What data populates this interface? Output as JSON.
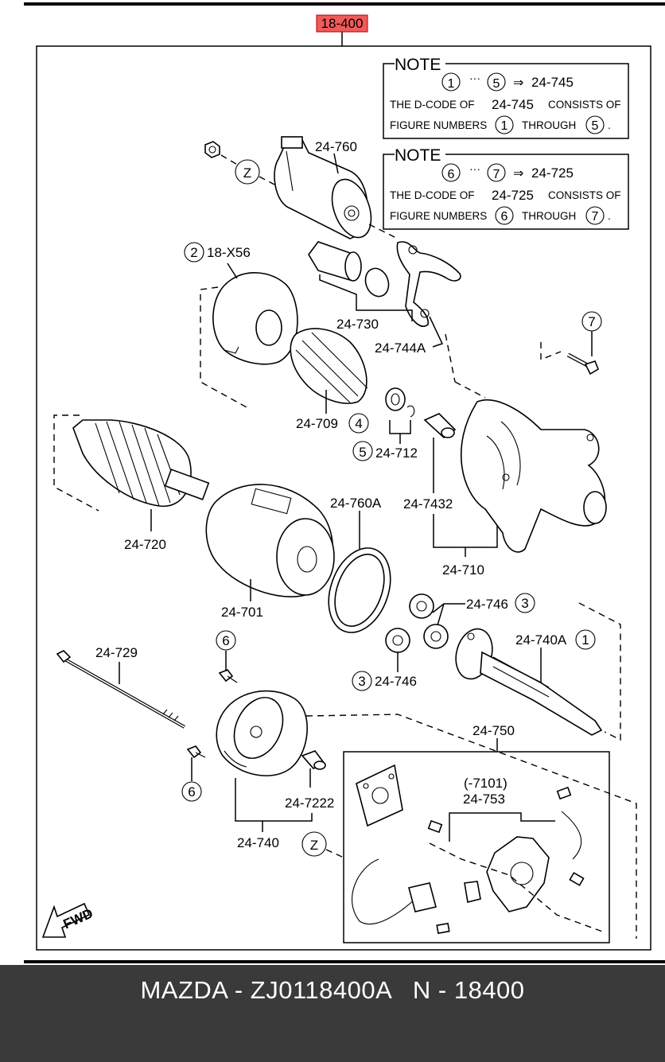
{
  "header_code": "18-400",
  "notes": [
    {
      "title": "NOTE",
      "from": "1",
      "to": "5",
      "code": "24-745",
      "line1_a": "THE D-CODE OF",
      "line1_b": "CONSISTS OF",
      "line2_a": "FIGURE NUMBERS",
      "line2_b": "THROUGH"
    },
    {
      "title": "NOTE",
      "from": "6",
      "to": "7",
      "code": "24-725",
      "line1_a": "THE D-CODE OF",
      "line1_b": "CONSISTS OF",
      "line2_a": "FIGURE NUMBERS",
      "line2_b": "THROUGH"
    }
  ],
  "labels": {
    "l24760": "24-760",
    "z1": "Z",
    "n2": "2",
    "l18x56": "18-X56",
    "l24730": "24-730",
    "l24744a": "24-744A",
    "n7": "7",
    "l24709": "24-709",
    "n4": "4",
    "n5": "5",
    "l24712": "24-712",
    "l247432": "24-7432",
    "l24720": "24-720",
    "l24760a": "24-760A",
    "l24710": "24-710",
    "l24701": "24-701",
    "l24746a": "24-746",
    "n3a": "3",
    "l24740a": "24-740A",
    "n1": "1",
    "l24729": "24-729",
    "n6a": "6",
    "n3b": "3",
    "l24746b": "24-746",
    "l24750": "24-750",
    "l7101": "(-7101)",
    "l24753": "24-753",
    "n6b": "6",
    "l247222": "24-7222",
    "l24740": "24-740",
    "z2": "Z",
    "fwd": "FWD"
  },
  "footer": {
    "title": "MAZDA - ZJ0118400A   N - 18400"
  }
}
